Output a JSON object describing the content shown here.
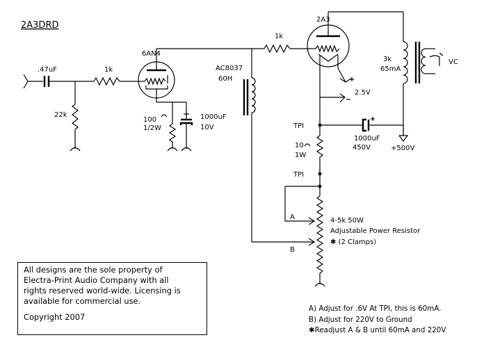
{
  "title": "2A3DRD",
  "components": {
    "input_cap": ".47uF",
    "input_res": "1k",
    "grid_leak": "22k",
    "driver_tube": "6AN4",
    "cathode_res": "100",
    "cathode_res_power": "1/2W",
    "cathode_cap": "1000uF",
    "cathode_cap_voltage": "10V",
    "choke_part": "AC8037",
    "choke_value": "60H",
    "grid_res": "1k",
    "output_tube": "2A3",
    "filament_voltage": "2.5V",
    "output_transformer_z": "3k",
    "output_transformer_current": "65mA",
    "output_label": "VC",
    "bypass_cap": "1000uF",
    "bypass_cap_voltage": "450V",
    "supply_voltage": "+500V",
    "test_point_1": "TPI",
    "sense_res": "10",
    "sense_res_power": "1W",
    "test_point_2": "TPI",
    "tap_a": "A",
    "tap_b": "B",
    "power_res": "4-5k 50W",
    "power_res_desc": "Adjustable Power Resistor",
    "clamps_note": "✱ (2 Clamps)"
  },
  "copyright_box": {
    "lines": [
      "All designs are the sole property of",
      "Electra-Print Audio Company with all",
      "rights reserved world-wide. Licensing is",
      "available for commercial use."
    ],
    "copyright": "Copyright 2007"
  },
  "notes": [
    "A) Adjust for .6V At TPI, this is 60mA.",
    "B) Adjust for 220V to Ground",
    "✱Readjust A & B until 60mA and 220V"
  ]
}
